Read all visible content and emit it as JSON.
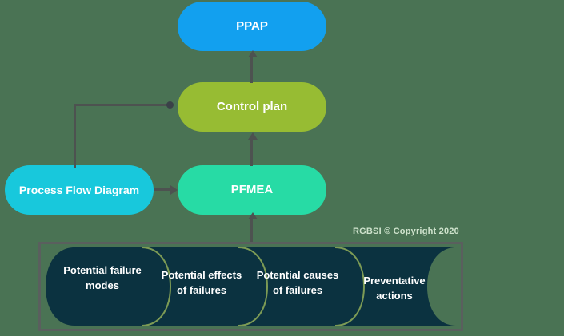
{
  "diagram": {
    "title": "PFMEA process relationship diagram",
    "background_color": "#4a7354",
    "nodes": [
      {
        "id": "ppap",
        "label": "PPAP",
        "color": "#12a0ef"
      },
      {
        "id": "control_plan",
        "label": "Control plan",
        "color": "#97bc33"
      },
      {
        "id": "pfmea",
        "label": "PFMEA",
        "color": "#27dba5"
      },
      {
        "id": "process_flow_diagram",
        "label": "Process Flow Diagram",
        "color": "#18c8dc"
      }
    ],
    "ribbon": {
      "fill_color": "#0b3240",
      "border_color": "#5a5f5e",
      "segments": [
        {
          "label": "Potential failure modes"
        },
        {
          "label": "Potential effects of failures"
        },
        {
          "label": "Potential causes of failures"
        },
        {
          "label": "Preventative actions"
        }
      ]
    },
    "connectors": [
      {
        "from": "pfmea",
        "to": "control_plan",
        "type": "arrow-up"
      },
      {
        "from": "control_plan",
        "to": "ppap",
        "type": "arrow-up"
      },
      {
        "from": "ribbon",
        "to": "pfmea",
        "type": "arrow-up"
      },
      {
        "from": "process_flow_diagram",
        "to": "pfmea",
        "type": "arrow-right"
      },
      {
        "from": "process_flow_diagram",
        "to": "control_plan",
        "type": "elbow-arrow-right"
      }
    ],
    "copyright": "RGBSI © Copyright 2020"
  }
}
